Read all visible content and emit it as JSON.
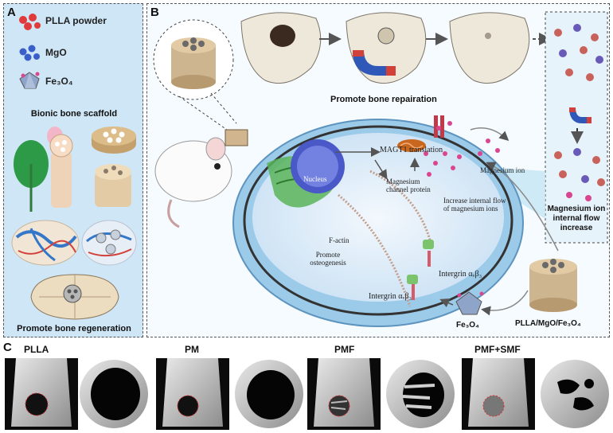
{
  "panel_a": {
    "letter": "A",
    "legend": [
      {
        "label": "PLLA powder",
        "icon": "plla-powder-icon",
        "color": "#e03a3a"
      },
      {
        "label": "MgO",
        "icon": "mgo-icon",
        "color": "#3b5fc9"
      },
      {
        "label": "Fe₃O₄",
        "icon": "fe3o4-icon",
        "color": "#7a8fb0"
      }
    ],
    "scaffold_title": "Bionic bone scaffold",
    "bottom_title": "Promote bone regeneration"
  },
  "panel_b": {
    "letter": "B",
    "repair_title": "Promote bone repairation",
    "labels": {
      "nucleus": "Nucleus",
      "magt1": "MAGT1 translation",
      "channel": "Magnesium channel protein",
      "increase_flow": "Increase internal flow of magnesium ions",
      "magnesium_ion": "Magnesium ion",
      "factin": "F-actin",
      "osteogenesis": "Promote osteogenesis",
      "integrin1": "Intergrin αᵥβ₃",
      "integrin2": "Intergrin αᵥβ₃",
      "fe3o4": "Fe₃O₄",
      "scaffold": "PLLA/MgO/Fe₃O₄",
      "flow_box": "Magnesium ion internal flow increase"
    }
  },
  "panel_c": {
    "letter": "C",
    "groups": [
      {
        "label": "PLLA"
      },
      {
        "label": "PM"
      },
      {
        "label": "PMF"
      },
      {
        "label": "PMF+SMF"
      }
    ]
  },
  "colors": {
    "panel_a_bg": "#cfe6f6",
    "cell_membrane": "#8cc4e8",
    "nucleus": "#4a58c8",
    "er_green": "#4fae4a",
    "ion_pink": "#d9468f"
  }
}
